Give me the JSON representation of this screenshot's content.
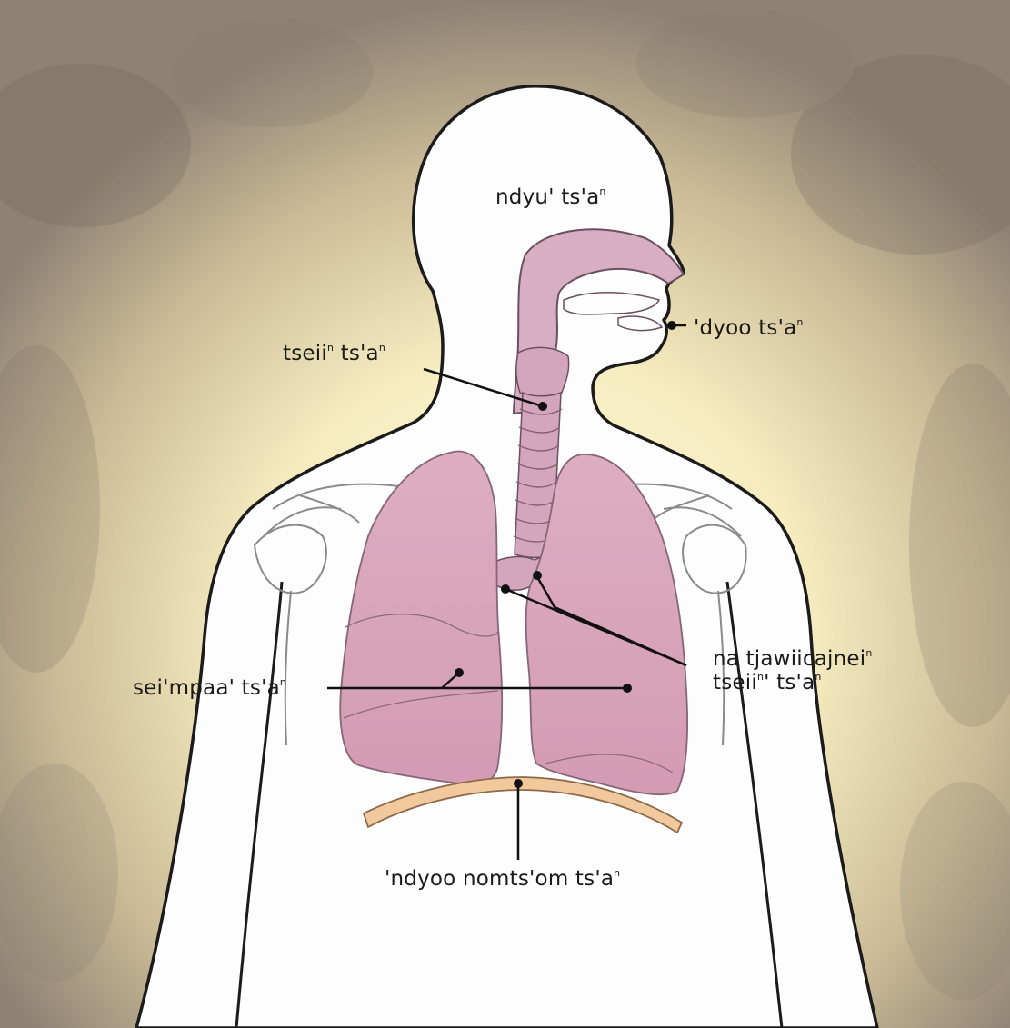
{
  "diagram": {
    "labels": {
      "nose": {
        "text": "ndyu' ts'a",
        "sup": "n"
      },
      "mouth": {
        "text": "'dyoo ts'a",
        "sup": "n"
      },
      "throat": {
        "base": "tseii",
        "sup1": "n",
        "rest": " ts'a",
        "sup2": "n"
      },
      "bronchi_line1": {
        "text": "na tjawiicajnei",
        "sup": "n"
      },
      "bronchi_line2": {
        "base": "tseii",
        "sup1": "n",
        "rest": "' ts'a",
        "sup2": "n"
      },
      "lungs": {
        "text": "sei'mpaa' ts'a",
        "sup": "n"
      },
      "diaphragm": {
        "text": "'ndyoo nomts'om ts'a",
        "sup": "n"
      }
    }
  }
}
